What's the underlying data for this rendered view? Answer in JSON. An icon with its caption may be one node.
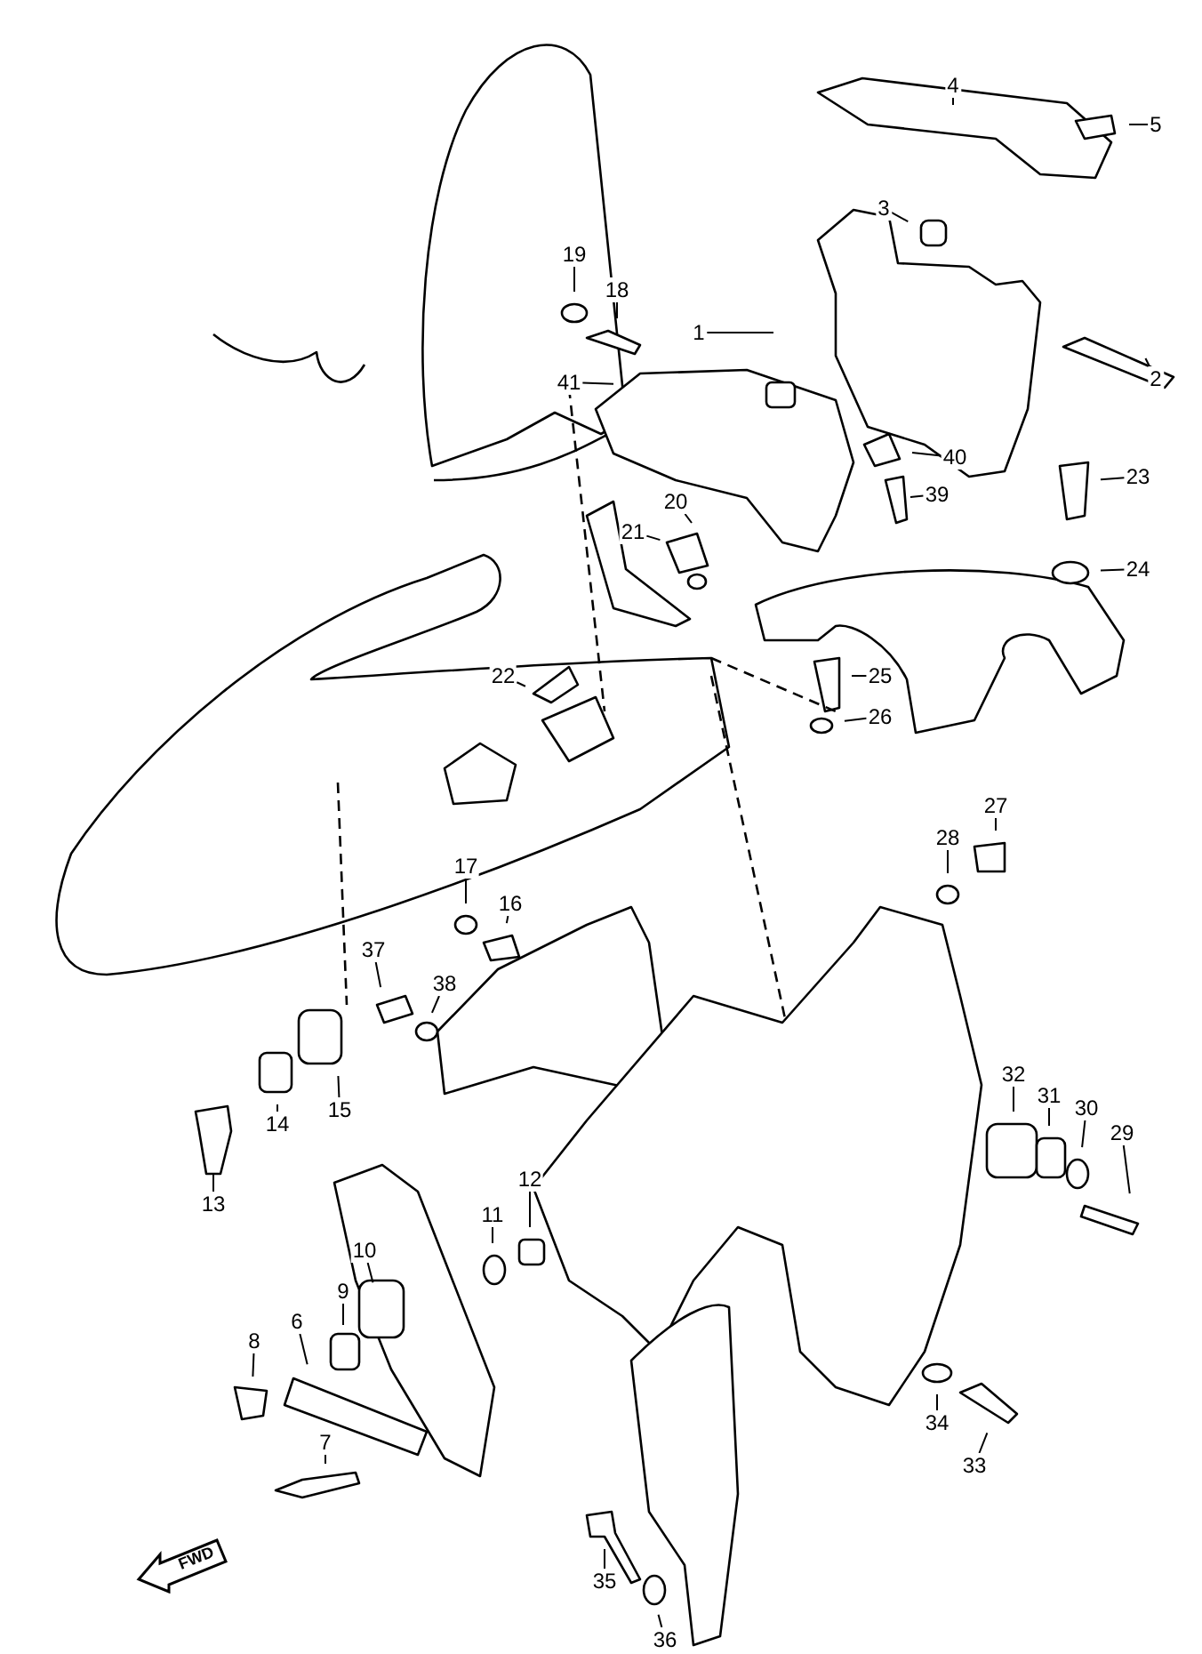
{
  "diagram": {
    "nodes": [
      {
        "text": [
          "1"
        ]
      },
      {
        "text": [
          "2"
        ]
      },
      {
        "text": [
          "3"
        ]
      },
      {
        "text": [
          "4"
        ]
      },
      {
        "text": [
          "5"
        ]
      },
      {
        "text": [
          "6"
        ]
      },
      {
        "text": [
          "7"
        ]
      },
      {
        "text": [
          "8"
        ]
      },
      {
        "text": [
          "9"
        ]
      },
      {
        "text": [
          "10"
        ]
      },
      {
        "text": [
          "11"
        ]
      },
      {
        "text": [
          "12"
        ]
      },
      {
        "text": [
          "13"
        ]
      },
      {
        "text": [
          "14"
        ]
      },
      {
        "text": [
          "15"
        ]
      },
      {
        "text": [
          "16"
        ]
      },
      {
        "text": [
          "17"
        ]
      },
      {
        "text": [
          "18"
        ]
      },
      {
        "text": [
          "19"
        ]
      },
      {
        "text": [
          "20"
        ]
      },
      {
        "text": [
          "21"
        ]
      },
      {
        "text": [
          "22"
        ]
      },
      {
        "text": [
          "23"
        ]
      },
      {
        "text": [
          "24"
        ]
      },
      {
        "text": [
          "25"
        ]
      },
      {
        "text": [
          "26"
        ]
      },
      {
        "text": [
          "27"
        ]
      },
      {
        "text": [
          "28"
        ]
      },
      {
        "text": [
          "29"
        ]
      },
      {
        "text": [
          "30"
        ]
      },
      {
        "text": [
          "31"
        ]
      },
      {
        "text": [
          "32"
        ]
      },
      {
        "text": [
          "33"
        ]
      },
      {
        "text": [
          "34"
        ]
      },
      {
        "text": [
          "35"
        ]
      },
      {
        "text": [
          "36"
        ]
      },
      {
        "text": [
          "37"
        ]
      },
      {
        "text": [
          "38"
        ]
      },
      {
        "text": [
          "39"
        ]
      },
      {
        "text": [
          "40"
        ]
      },
      {
        "text": [
          "41"
        ]
      }
    ],
    "edges": [
      {
        "from": 0,
        "to": null,
        "arrow": "none"
      },
      {
        "from": 1,
        "to": null,
        "arrow": "none"
      },
      {
        "from": 2,
        "to": null,
        "arrow": "none"
      },
      {
        "from": 3,
        "to": null,
        "arrow": "none"
      },
      {
        "from": 4,
        "to": null,
        "arrow": "none"
      },
      {
        "from": 5,
        "to": null,
        "arrow": "none"
      },
      {
        "from": 6,
        "to": null,
        "arrow": "none"
      },
      {
        "from": 7,
        "to": null,
        "arrow": "none"
      },
      {
        "from": 8,
        "to": null,
        "arrow": "none"
      },
      {
        "from": 9,
        "to": null,
        "arrow": "none"
      },
      {
        "from": 10,
        "to": null,
        "arrow": "none"
      },
      {
        "from": 11,
        "to": null,
        "arrow": "none"
      },
      {
        "from": 12,
        "to": null,
        "arrow": "none"
      },
      {
        "from": 13,
        "to": null,
        "arrow": "none"
      },
      {
        "from": 14,
        "to": null,
        "arrow": "none"
      },
      {
        "from": 15,
        "to": null,
        "arrow": "none"
      },
      {
        "from": 16,
        "to": null,
        "arrow": "none"
      },
      {
        "from": 17,
        "to": null,
        "arrow": "none"
      },
      {
        "from": 18,
        "to": null,
        "arrow": "none"
      },
      {
        "from": 19,
        "to": null,
        "arrow": "none"
      },
      {
        "from": 20,
        "to": null,
        "arrow": "none"
      },
      {
        "from": 21,
        "to": null,
        "arrow": "none"
      },
      {
        "from": 22,
        "to": null,
        "arrow": "none"
      },
      {
        "from": 23,
        "to": null,
        "arrow": "none"
      },
      {
        "from": 24,
        "to": null,
        "arrow": "none"
      },
      {
        "from": 25,
        "to": null,
        "arrow": "none"
      },
      {
        "from": 26,
        "to": null,
        "arrow": "none"
      },
      {
        "from": 27,
        "to": null,
        "arrow": "none"
      },
      {
        "from": 28,
        "to": null,
        "arrow": "none"
      },
      {
        "from": 29,
        "to": null,
        "arrow": "none"
      },
      {
        "from": 30,
        "to": null,
        "arrow": "none"
      },
      {
        "from": 31,
        "to": null,
        "arrow": "none"
      },
      {
        "from": 32,
        "to": null,
        "arrow": "none"
      },
      {
        "from": 33,
        "to": null,
        "arrow": "none"
      },
      {
        "from": 34,
        "to": null,
        "arrow": "none"
      },
      {
        "from": 35,
        "to": null,
        "arrow": "none"
      },
      {
        "from": 36,
        "to": null,
        "arrow": "none"
      },
      {
        "from": 37,
        "to": null,
        "arrow": "none"
      },
      {
        "from": 38,
        "to": null,
        "arrow": "none"
      },
      {
        "from": 39,
        "to": null,
        "arrow": "none"
      },
      {
        "from": 40,
        "to": null,
        "arrow": "none"
      }
    ],
    "labels": [
      "FWD"
    ]
  }
}
